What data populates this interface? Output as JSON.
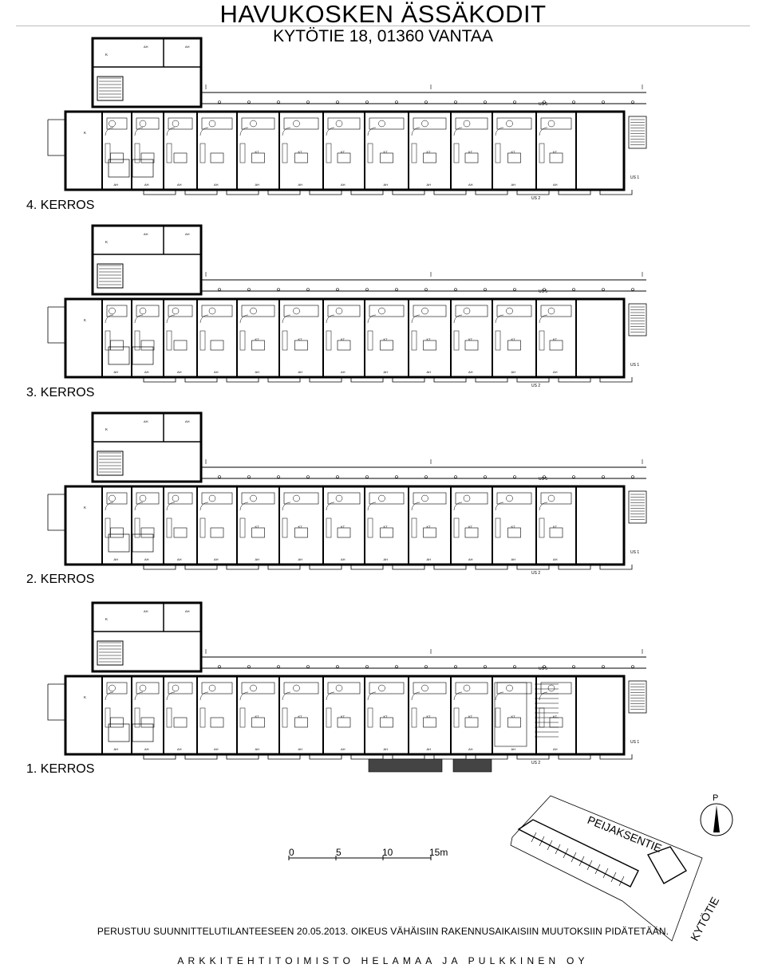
{
  "header": {
    "title": "HAVUKOSKEN ÄSSÄKODIT",
    "address": "KYTÖTIE  18, 01360 VANTAA"
  },
  "floors": [
    {
      "label": "4. KERROS"
    },
    {
      "label": "3. KERROS"
    },
    {
      "label": "2. KERROS"
    },
    {
      "label": "1. KERROS"
    }
  ],
  "room_tags": {
    "ah": "AH",
    "kt": "KT",
    "k": "K",
    "us1": "US 1",
    "us2": "US 2",
    "us5": "US 5"
  },
  "scale_bar": {
    "ticks": [
      "0",
      "5",
      "10",
      "15m"
    ]
  },
  "site_plan": {
    "street_north": "PEIJAKSENTIE",
    "street_east": "KYTÖTIE",
    "north_marker": "P"
  },
  "footer": {
    "note": "PERUSTUU SUUNNITTELUTILANTEESEEN 20.05.2013. OIKEUS VÄHÄISIIN RAKENNUSAIKAISIIN MUUTOKSIIN PIDÄTETÄÄN.",
    "office": "ARKKITEHTITOIMISTO HELAMAA JA PULKKINEN OY"
  }
}
